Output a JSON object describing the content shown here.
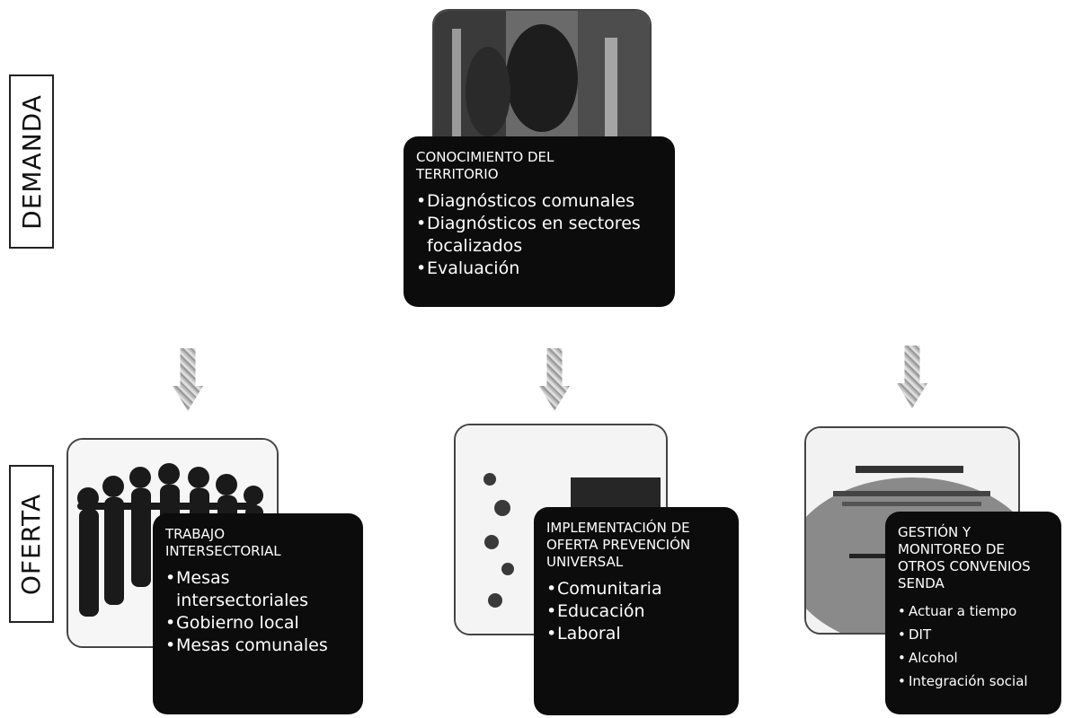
{
  "side_labels": {
    "demanda": "DEMANDA",
    "oferta": "OFERTA"
  },
  "top": {
    "title": "CONOCIMIENTO DEL\nTERRITORIO",
    "items": [
      "Diagnósticos comunales",
      "Diagnósticos en sectores focalizados",
      "Evaluación"
    ]
  },
  "left": {
    "title": "TRABAJO\nINTERSECTORIAL",
    "items": [
      "Mesas intersectoriales",
      "Gobierno local",
      "Mesas comunales"
    ]
  },
  "center": {
    "title": "IMPLEMENTACIÓN DE\nOFERTA PREVENCIÓN\nUNIVERSAL",
    "items": [
      "Comunitaria",
      "Educación",
      "Laboral"
    ]
  },
  "right": {
    "title": "GESTIÓN Y\nMONITOREO DE\nOTROS CONVENIOS\nSENDA",
    "items": [
      "Actuar a tiempo",
      "DIT",
      "Alcohol",
      "Integración social"
    ]
  }
}
